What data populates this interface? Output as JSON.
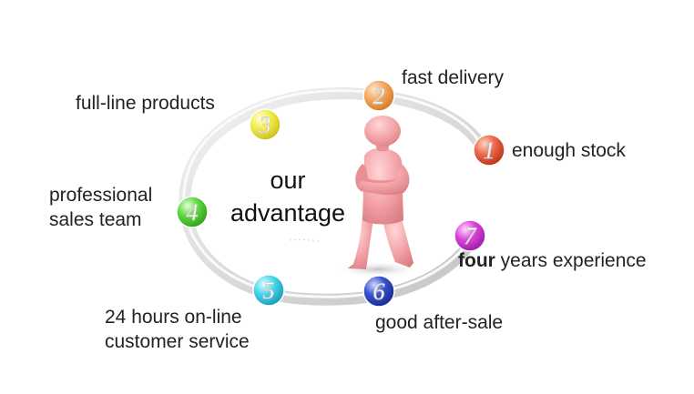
{
  "center": {
    "line1": "our",
    "line2": "advantage"
  },
  "advantages": [
    {
      "number": "1",
      "label": "enough stock",
      "color": "#e8553a"
    },
    {
      "number": "2",
      "label": "fast delivery",
      "color": "#f5a35a"
    },
    {
      "number": "3",
      "label": "full-line products",
      "color": "#f1e94a"
    },
    {
      "number": "4",
      "label_line1": "professional",
      "label_line2": "sales team",
      "color": "#55d43c"
    },
    {
      "number": "5",
      "label_line1": "24 hours on-line",
      "label_line2": "customer service",
      "color": "#3fd2e6"
    },
    {
      "number": "6",
      "label": "good after-sale",
      "color": "#2d48c8"
    },
    {
      "number": "7",
      "label_bold": "four",
      "label_rest": "years experience",
      "color": "#d638d8"
    }
  ],
  "colors": {
    "ring": "#dcdcdc",
    "figure": "#f2a4aa",
    "text": "#222222"
  }
}
